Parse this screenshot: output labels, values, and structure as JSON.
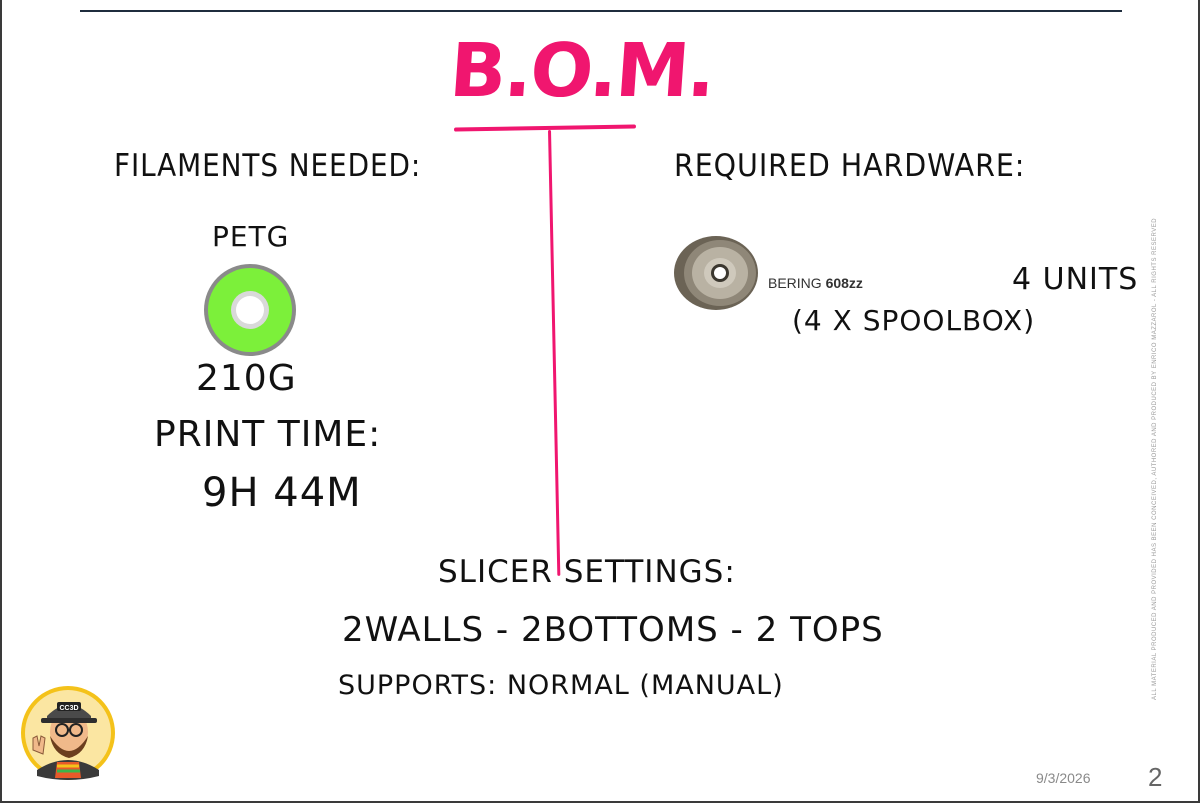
{
  "slide": {
    "title": "B.O.M.",
    "filaments": {
      "heading": "FILAMENTS NEEDED:",
      "material": "PETG",
      "weight": "210G",
      "print_time_label": "PRINT TIME:",
      "print_time_value": "9H 44M",
      "spool_color": "#7cf03a"
    },
    "hardware": {
      "heading": "REQUIRED HARDWARE:",
      "bearing_brand": "BERING",
      "bearing_model": "608zz",
      "units": "4 UNITS",
      "note": "(4 X SPOOLBOX)"
    },
    "slicer": {
      "heading": "SLICER SETTINGS:",
      "walls": "2WALLS - 2BOTTOMS - 2 TOPS",
      "supports": "SUPPORTS: NORMAL (MANUAL)"
    },
    "avatar_badge": "CC3D",
    "legal": "ALL MATERIAL PRODUCED AND PROVIDED HAS BEEN CONCEIVED, AUTHORED AND PRODUCED BY ENRICO MAZZAROL - ALL RIGHTS RESERVED",
    "date": "9/3/2026",
    "page_number": "2"
  },
  "colors": {
    "accent": "#f0166f",
    "rule": "#1f2d3d"
  }
}
